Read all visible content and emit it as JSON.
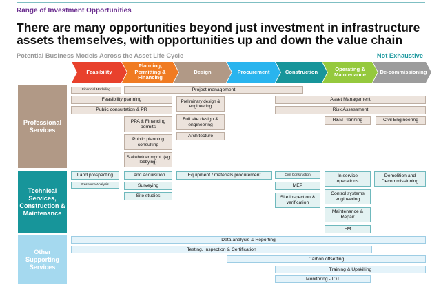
{
  "header": {
    "kicker": "Range of Investment Opportunities",
    "title": "There are many opportunities beyond just investment in infrastructure assets themselves, with opportunities up and down the value chain",
    "subtitle": "Potential Business Models Across the Asset Life Cycle",
    "not_exhaustive": "Not Exhaustive"
  },
  "phases": [
    {
      "label": "Feasibility",
      "color": "#e8412c"
    },
    {
      "label": "Planning, Permitting & Financing",
      "color": "#f07b22"
    },
    {
      "label": "Design",
      "color": "#b19986"
    },
    {
      "label": "Procurement",
      "color": "#29b4ee"
    },
    {
      "label": "Construction",
      "color": "#17959a"
    },
    {
      "label": "Operating & Maintenance",
      "color": "#95c93d"
    },
    {
      "label": "De-commissioning",
      "color": "#9c9c9c"
    }
  ],
  "rows": {
    "professional": {
      "label": "Professional Services",
      "color": "#b19986"
    },
    "technical": {
      "label": "Technical Services, Construction & Maintenance",
      "color": "#17959a"
    },
    "other": {
      "label": "Other Supporting Services",
      "color": "#a5d9ef"
    }
  },
  "professional_boxes": {
    "financial_modelling": "Financial Modelling",
    "project_management": "Project management",
    "feasibility_planning": "Feasibility planning",
    "public_consultation": "Public consultation & PR",
    "preliminary_design": "Preliminary design & engineering",
    "ppa_financing": "PPA & Financing permits",
    "full_site_design": "Full site design & engineering",
    "public_planning": "Public planning consulting",
    "architecture": "Architecture",
    "stakeholder": "Stakeholder mgmt. (eg lobbying)",
    "asset_management": "Asset Management",
    "risk_assessment": "Risk Assessment",
    "rm_planning": "R&M Planning",
    "civil_engineering": "Civil Engineering"
  },
  "technical_boxes": {
    "land_prospecting": "Land prospecting",
    "resource_analysis": "Resource Analysis",
    "land_acquisition": "Land acquisition",
    "surveying": "Surveying",
    "site_studies": "Site studies",
    "equipment_procurement": "Equipment / materials procurement",
    "civil_construction": "Civil Construction",
    "mep": "MEP",
    "site_inspection": "Site inspection & verification",
    "in_service": "In service operations",
    "control_systems": "Control systems engineering",
    "maintenance_repair": "Maintenance & Repair",
    "fm": "FM",
    "demolition": "Demolition and Decommissioning"
  },
  "other_boxes": {
    "data_analysis": "Data analysis & Reporting",
    "testing": "Testing, Inspection & Certification",
    "carbon": "Carbon offsetting",
    "training": "Training & Upskilling",
    "monitoring": "Monitoring - IOT"
  }
}
